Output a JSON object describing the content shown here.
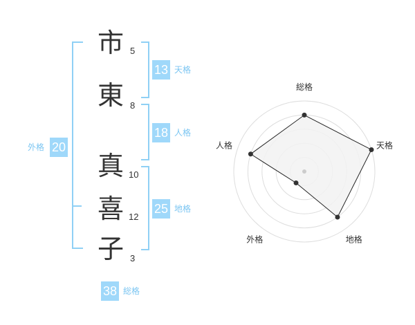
{
  "name": {
    "characters": [
      {
        "char": "市",
        "strokes": "5"
      },
      {
        "char": "東",
        "strokes": "8"
      },
      {
        "char": "真",
        "strokes": "10"
      },
      {
        "char": "喜",
        "strokes": "12"
      },
      {
        "char": "子",
        "strokes": "3"
      }
    ]
  },
  "fortunes": {
    "tenkaku": {
      "value": "13",
      "label": "天格"
    },
    "jinkaku": {
      "value": "18",
      "label": "人格"
    },
    "chikaku": {
      "value": "25",
      "label": "地格"
    },
    "gaikaku": {
      "value": "20",
      "label": "外格"
    },
    "soukaku": {
      "value": "38",
      "label": "総格"
    }
  },
  "colors": {
    "accent": "#9fd8fa",
    "bracket": "#8fd0f5",
    "label": "#7cc6f2",
    "radar_fill": "#f2f2f2"
  },
  "radar": {
    "axes": [
      "総格",
      "天格",
      "地格",
      "外格",
      "人格"
    ],
    "max_level": 5,
    "values": [
      4,
      5,
      4,
      1,
      4
    ]
  }
}
